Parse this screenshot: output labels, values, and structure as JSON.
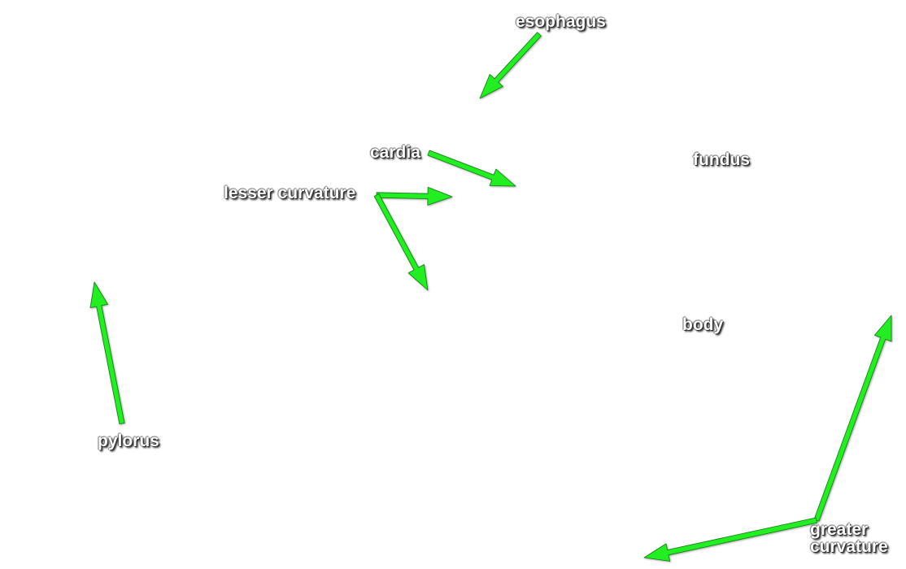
{
  "labels": {
    "esophagus": "esophagus",
    "cardia": "cardia",
    "fundus": "fundus",
    "lesser_curvature": "lesser curvature",
    "body": "body",
    "pylorus": "pylorus",
    "greater_curvature_line1": "greater",
    "greater_curvature_line2": "curvature"
  },
  "colors": {
    "arrow": "#22ee22",
    "arrow_edge": "#0c7a0c",
    "label_text": "#ffffff",
    "label_shadow": "#1a1a1a",
    "background": "#ffffff"
  }
}
